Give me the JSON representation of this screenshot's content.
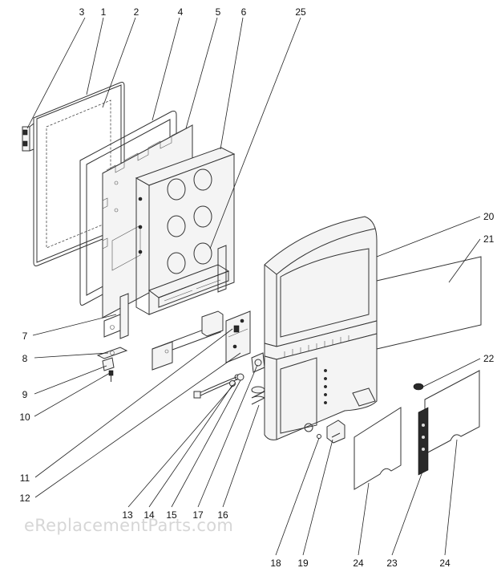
{
  "watermark": "eReplacementParts.com",
  "callouts": [
    "1",
    "2",
    "3",
    "4",
    "5",
    "6",
    "7",
    "8",
    "9",
    "10",
    "11",
    "12",
    "13",
    "14",
    "15",
    "16",
    "17",
    "18",
    "19",
    "20",
    "21",
    "22",
    "23",
    "24",
    "25"
  ],
  "bottom_callouts": {
    "c13": "13",
    "c14": "14",
    "c15": "15",
    "c17": "17",
    "c16": "16",
    "c18": "18",
    "c19": "19",
    "c24a": "24",
    "c23": "23",
    "c24b": "24"
  }
}
